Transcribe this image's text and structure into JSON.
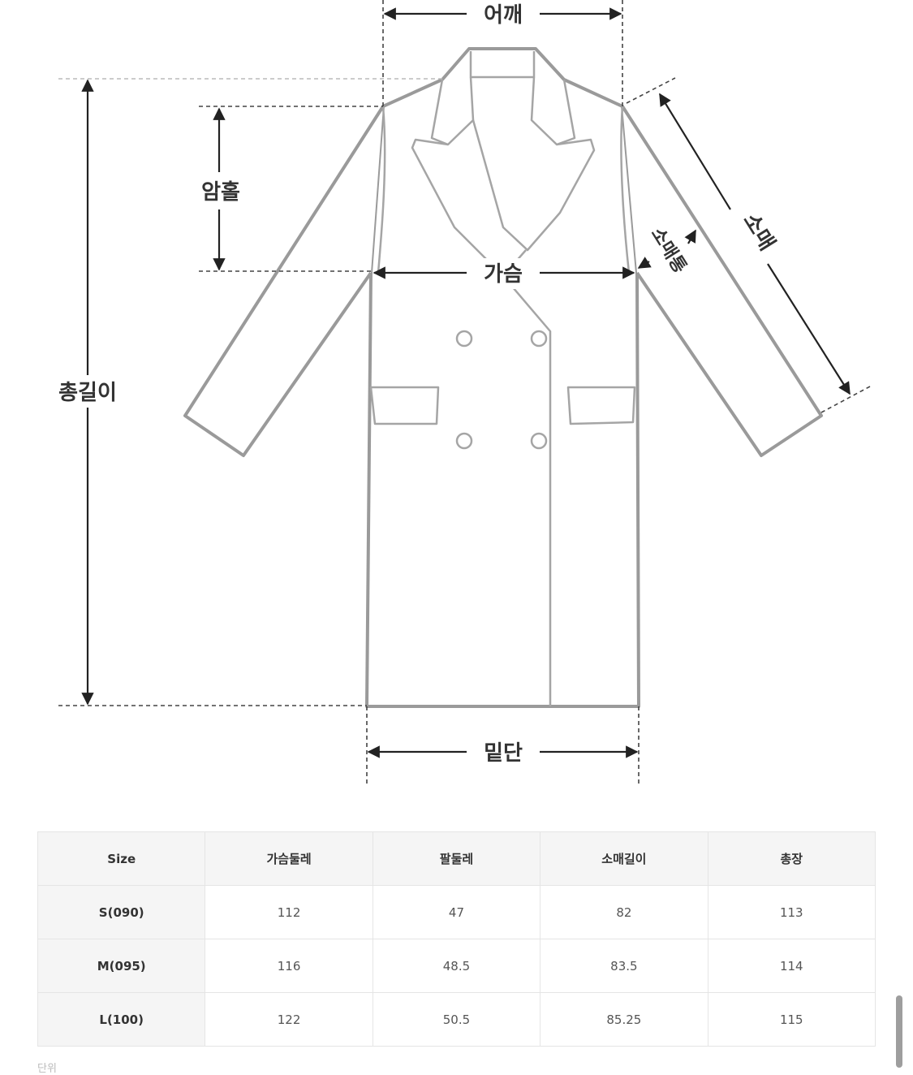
{
  "diagram": {
    "labels": {
      "shoulder": "어깨",
      "sleeve": "소매",
      "sleeve_width": "소매통",
      "armhole": "암홀",
      "chest": "가슴",
      "total_length": "총길이",
      "hem": "밑단"
    }
  },
  "size_table": {
    "headers": [
      "Size",
      "가슴둘레",
      "팔둘레",
      "소매길이",
      "총장"
    ],
    "rows": [
      [
        "S(090)",
        "112",
        "47",
        "82",
        "113"
      ],
      [
        "M(095)",
        "116",
        "48.5",
        "83.5",
        "114"
      ],
      [
        "L(100)",
        "122",
        "50.5",
        "85.25",
        "115"
      ]
    ]
  },
  "footer": {
    "cut_off_text": "단위"
  }
}
